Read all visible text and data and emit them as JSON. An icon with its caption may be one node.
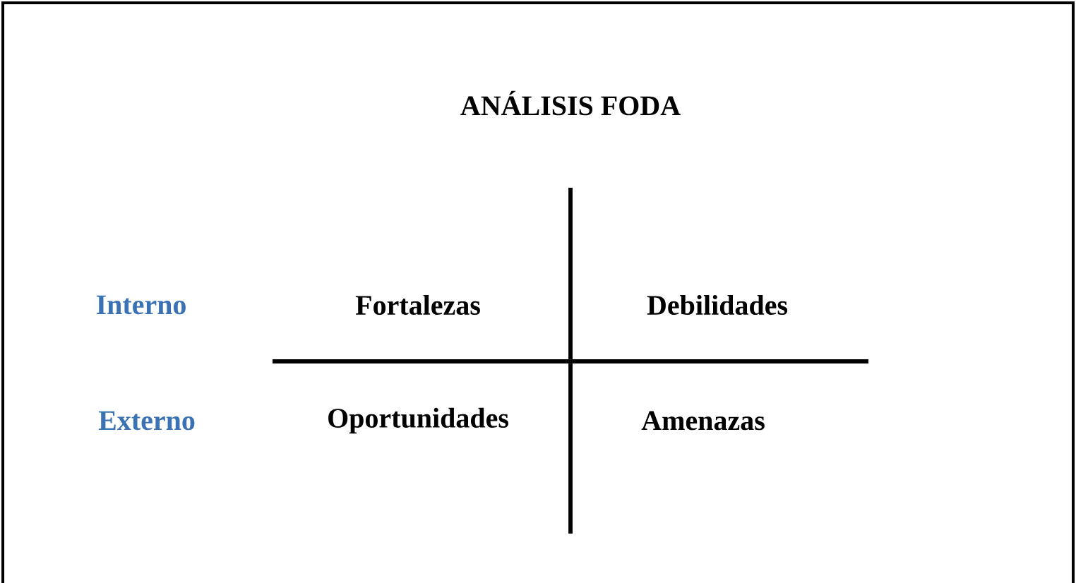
{
  "diagram": {
    "title": "ANÁLISIS FODA",
    "labels": [
      "Interno",
      "Fortalezas",
      "Debilidades",
      "Externo",
      "Oportunidades",
      "Amenazas"
    ]
  }
}
